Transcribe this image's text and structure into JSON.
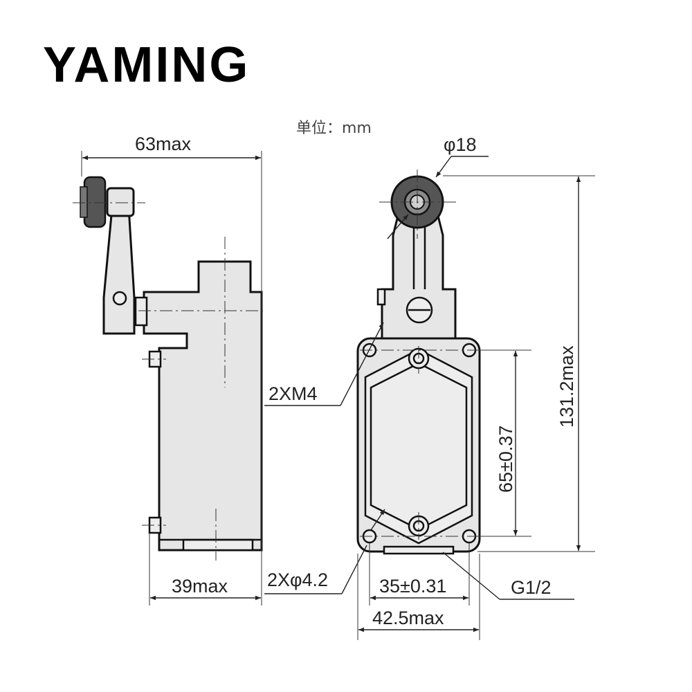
{
  "brand": "YAMING",
  "unit_label": "单位：mm",
  "dimensions": {
    "overall_width": "63max",
    "roller_diameter": "φ18",
    "mount_screws": "2XM4",
    "mount_holes": "2Xφ4.2",
    "base_depth": "39max",
    "hole_spacing_horizontal": "35±0.31",
    "body_width": "42.5max",
    "hole_spacing_vertical": "65±0.37",
    "overall_height": "131.2max",
    "conduit_thread": "G1/2"
  },
  "colors": {
    "body_fill": "#e6e6e6",
    "outline": "#111111",
    "roller": "#555555"
  }
}
